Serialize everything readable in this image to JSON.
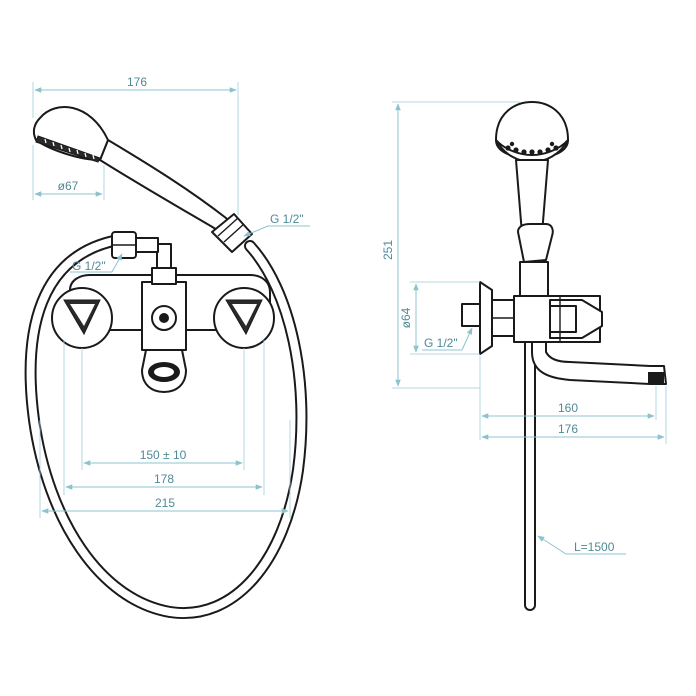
{
  "front_view": {
    "dim_overall_176": "176",
    "dim_head_dia": "ø67",
    "dim_thread_top": "G 1/2\"",
    "dim_thread_left": "G 1/2\"",
    "dim_center": "150 ± 10",
    "dim_178": "178",
    "dim_215": "215"
  },
  "side_view": {
    "dim_height": "251",
    "dim_flange": "ø64",
    "dim_thread": "G 1/2\"",
    "dim_160": "160",
    "dim_176": "176",
    "dim_hose": "L=1500"
  },
  "colors": {
    "dimension": "#8cc3cf",
    "dimension_text": "#4f8a96",
    "outline": "#1a1a1a"
  }
}
